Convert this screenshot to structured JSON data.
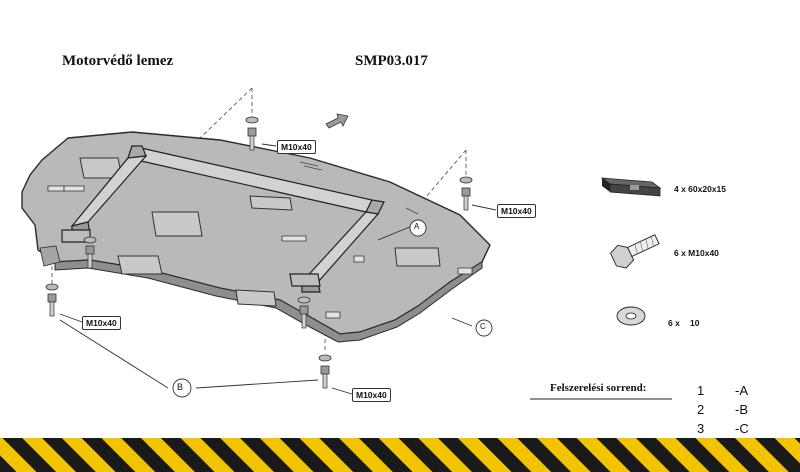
{
  "header": {
    "title": "Motorvédő lemez",
    "code": "SMP03.017"
  },
  "callouts": {
    "bolt_top": "M10x40",
    "bolt_right": "M10x40",
    "bolt_left": "M10x40",
    "bolt_bottom": "M10x40",
    "marker_a": "A",
    "marker_b": "B",
    "marker_c": "C"
  },
  "parts": {
    "spacer": "4 x 60x20x15",
    "bolt": "6 x M10x40",
    "washer_qty": "6 x",
    "washer_size": "10"
  },
  "sequence": {
    "title": "Felszerelési sorrend:",
    "steps": [
      {
        "num": "1",
        "ref": "-A"
      },
      {
        "num": "2",
        "ref": "-B"
      },
      {
        "num": "3",
        "ref": "-C"
      }
    ]
  },
  "colors": {
    "plate_fill": "#b9b9b9",
    "hazard_yellow": "#f2c400",
    "hazard_black": "#1a1a1a"
  }
}
